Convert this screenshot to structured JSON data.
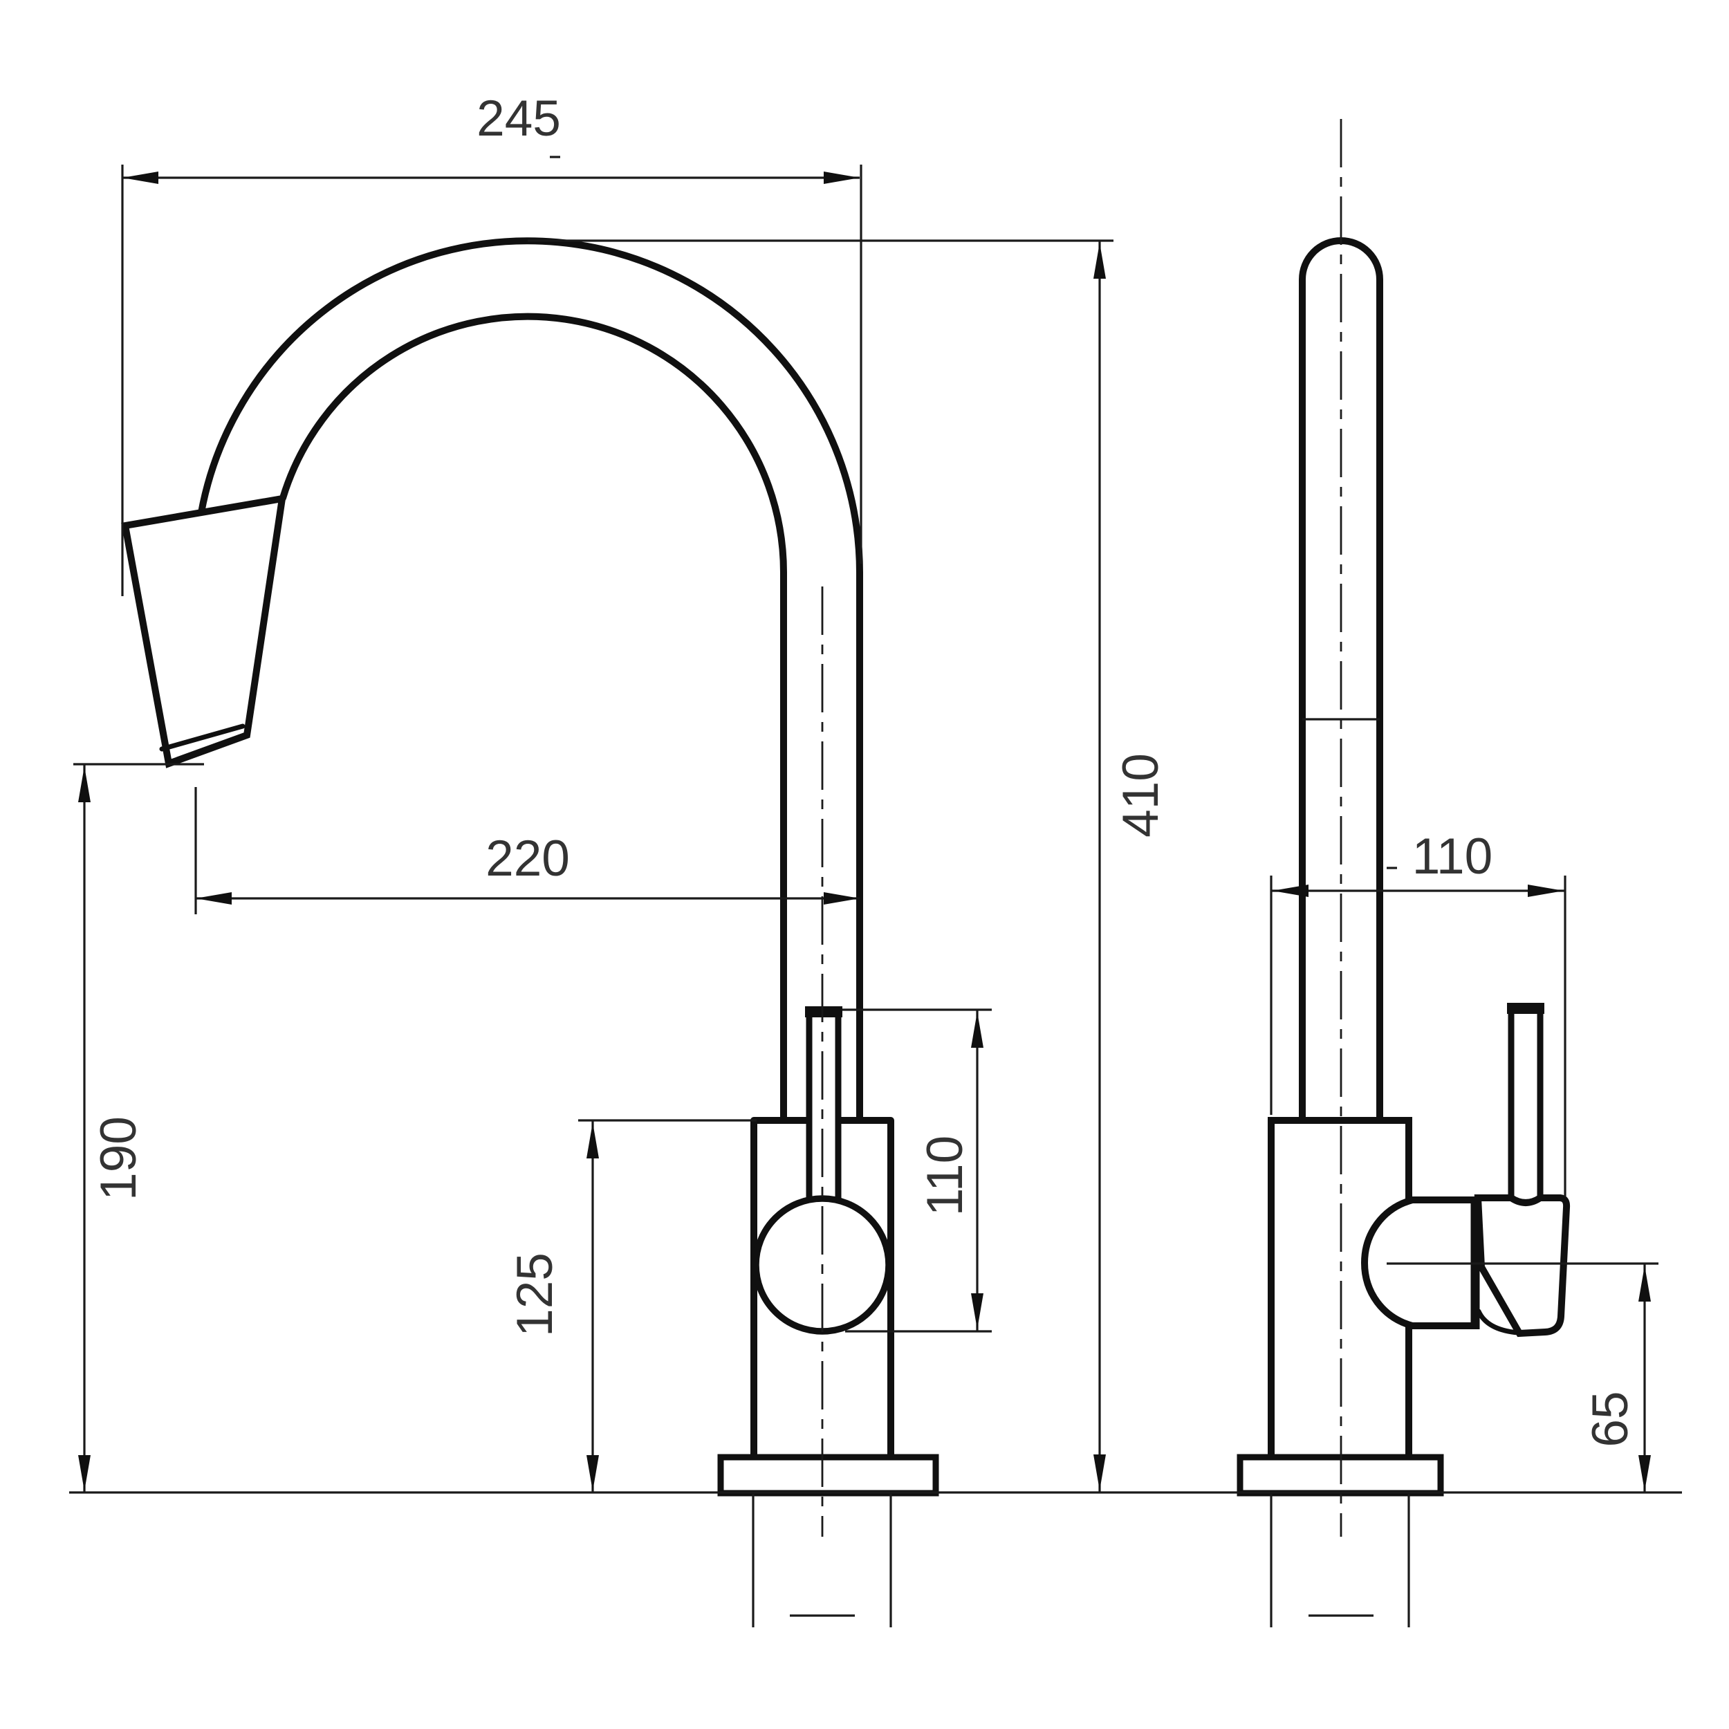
{
  "drawing": {
    "type": "technical-dimension-drawing",
    "subject": "kitchen mixer tap, front and side elevation",
    "background_color": "#ffffff",
    "line_color": "#101010",
    "text_color": "#333333",
    "views": [
      {
        "id": "front",
        "label": "front elevation"
      },
      {
        "id": "side",
        "label": "side elevation"
      }
    ],
    "dimensions": {
      "overall_reach": {
        "value": "245",
        "view": "front",
        "orientation": "horizontal"
      },
      "spout_reach": {
        "value": "220",
        "view": "front",
        "orientation": "horizontal"
      },
      "outlet_height": {
        "value": "190",
        "view": "front",
        "orientation": "vertical"
      },
      "body_height": {
        "value": "125",
        "view": "front",
        "orientation": "vertical"
      },
      "handle_zone_height": {
        "value": "110",
        "view": "front",
        "orientation": "vertical"
      },
      "overall_height": {
        "value": "410",
        "view": "front",
        "orientation": "vertical"
      },
      "depth": {
        "value": "110",
        "view": "side",
        "orientation": "horizontal"
      },
      "cartridge_axis_height": {
        "value": "65",
        "view": "side",
        "orientation": "vertical"
      }
    }
  }
}
